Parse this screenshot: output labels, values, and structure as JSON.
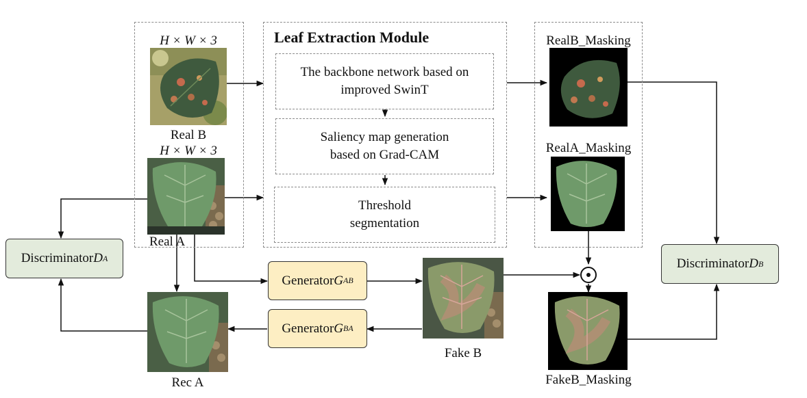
{
  "module": {
    "title": "Leaf  Extraction Module",
    "steps": [
      "The backbone network based on\nimproved SwinT",
      "Saliency map generation\nbased on Grad-CAM",
      "Threshold\nsegmentation"
    ]
  },
  "inputs": {
    "real_b_dims": "H × W × 3",
    "real_b_label": "Real B",
    "real_a_dims": "H × W × 3",
    "real_a_label": "Real A"
  },
  "masks": {
    "realb_label": "RealB_Masking",
    "reala_label": "RealA_Masking",
    "fakeb_label": "FakeB_Masking"
  },
  "nodes": {
    "disc_a": {
      "text": "Discriminator ",
      "symbol": "D",
      "sub": "A"
    },
    "disc_b": {
      "text": "Discriminator ",
      "symbol": "D",
      "sub": "B"
    },
    "gen_ab": {
      "text": "Generator ",
      "symbol": "G",
      "sub": "AB"
    },
    "gen_ba": {
      "text": "Generator ",
      "symbol": "G",
      "sub": "BA"
    }
  },
  "outputs": {
    "fake_b_label": "Fake B",
    "rec_a_label": "Rec A"
  },
  "colors": {
    "discriminator_fill": "#e3ebdc",
    "generator_fill": "#fdeec3",
    "leaf_green": "#6f9a6a",
    "mask_background": "#000000"
  }
}
